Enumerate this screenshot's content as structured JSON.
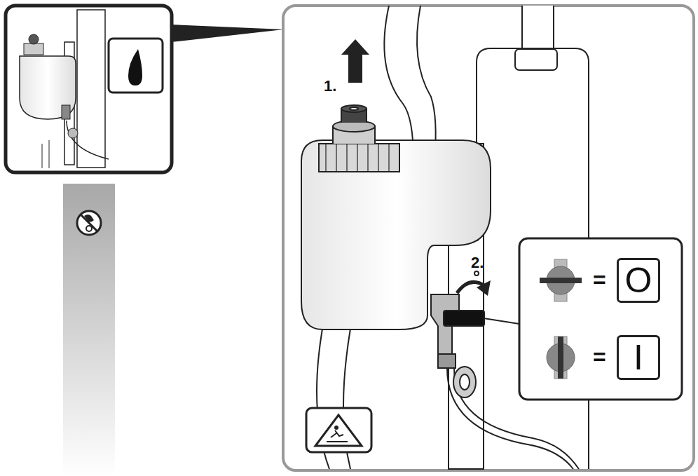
{
  "diagram": {
    "nodes": [
      {
        "text": [
          "O"
        ]
      },
      {
        "text": [
          "I"
        ]
      }
    ],
    "labels": [
      "1.",
      "2.",
      "=",
      "="
    ]
  }
}
